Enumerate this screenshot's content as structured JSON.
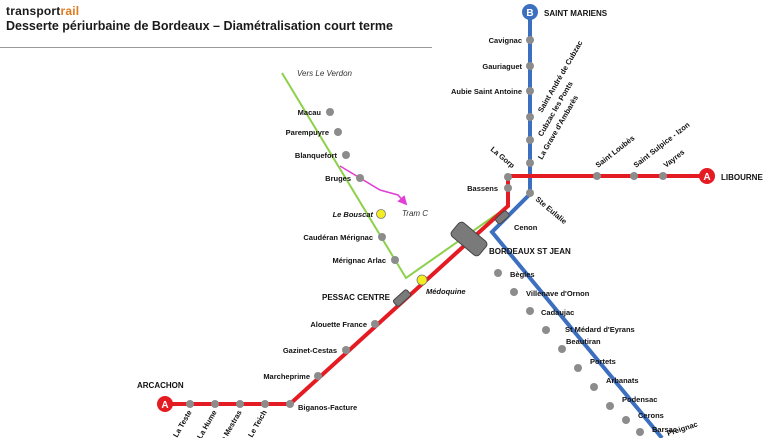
{
  "header": {
    "logo_part1": "transport",
    "logo_part2": "rail",
    "title": "Desserte périurbaine de Bordeaux – Diamétralisation court terme"
  },
  "colors": {
    "line_a": "#e41b23",
    "line_b": "#3d6fc0",
    "medoc_line": "#8dd14a",
    "tram": "#e23fd6",
    "station": "#8c8c8c",
    "interchange": "#f3ee1f"
  },
  "badges": {
    "line_a": "A",
    "line_b": "B"
  },
  "terminals": {
    "saint_mariens": "SAINT MARIENS",
    "libourne": "LIBOURNE",
    "arcachon": "ARCACHON"
  },
  "hubs": {
    "bordeaux_st_jean": "BORDEAUX ST JEAN",
    "pessac_centre": "PESSAC CENTRE"
  },
  "notes": {
    "le_verdon": "Vers Le Verdon",
    "tram_c": "Tram C"
  },
  "stations": {
    "cavignac": "Cavignac",
    "gauriaguet": "Gauriaguet",
    "aubie": "Aubie Saint Antoine",
    "st_andre": "Saint André de Cubzac",
    "cubzac": "Cubzac les Ponts",
    "grave": "La Grave d'Ambarès",
    "gorp": "La Gorp",
    "bassens": "Bassens",
    "ste_eulalie": "Ste Eulalie",
    "cenon": "Cenon",
    "st_loubes": "Saint Loubès",
    "st_sulpice": "Saint Sulpice - Izon",
    "vayres": "Vayres",
    "macau": "Macau",
    "parempuyre": "Parempuyre",
    "blanquefort": "Blanquefort",
    "bruges": "Bruges",
    "le_bouscat": "Le Bouscat",
    "cauderan": "Caudéran Mérignac",
    "merignac_arlac": "Mérignac Arlac",
    "medoquine": "Médoquine",
    "alouette": "Alouette France",
    "gazinet": "Gazinet-Cestas",
    "marcheprime": "Marcheprime",
    "biganos": "Biganos-Facture",
    "la_teste": "La Teste",
    "la_hume": "La Hume",
    "le_mestras": "Le Mestras",
    "le_teich": "Le Teich",
    "begles": "Bègles",
    "villenave": "Villenave d'Ornon",
    "cadaujac": "Cadaujac",
    "st_medard": "St Médard d'Eyrans",
    "beautiran": "Beautiran",
    "portets": "Portets",
    "arbanats": "Arbanats",
    "podensac": "Podensac",
    "cerons": "Cerons",
    "barsac": "Barsac",
    "preignac": "Preignac"
  }
}
